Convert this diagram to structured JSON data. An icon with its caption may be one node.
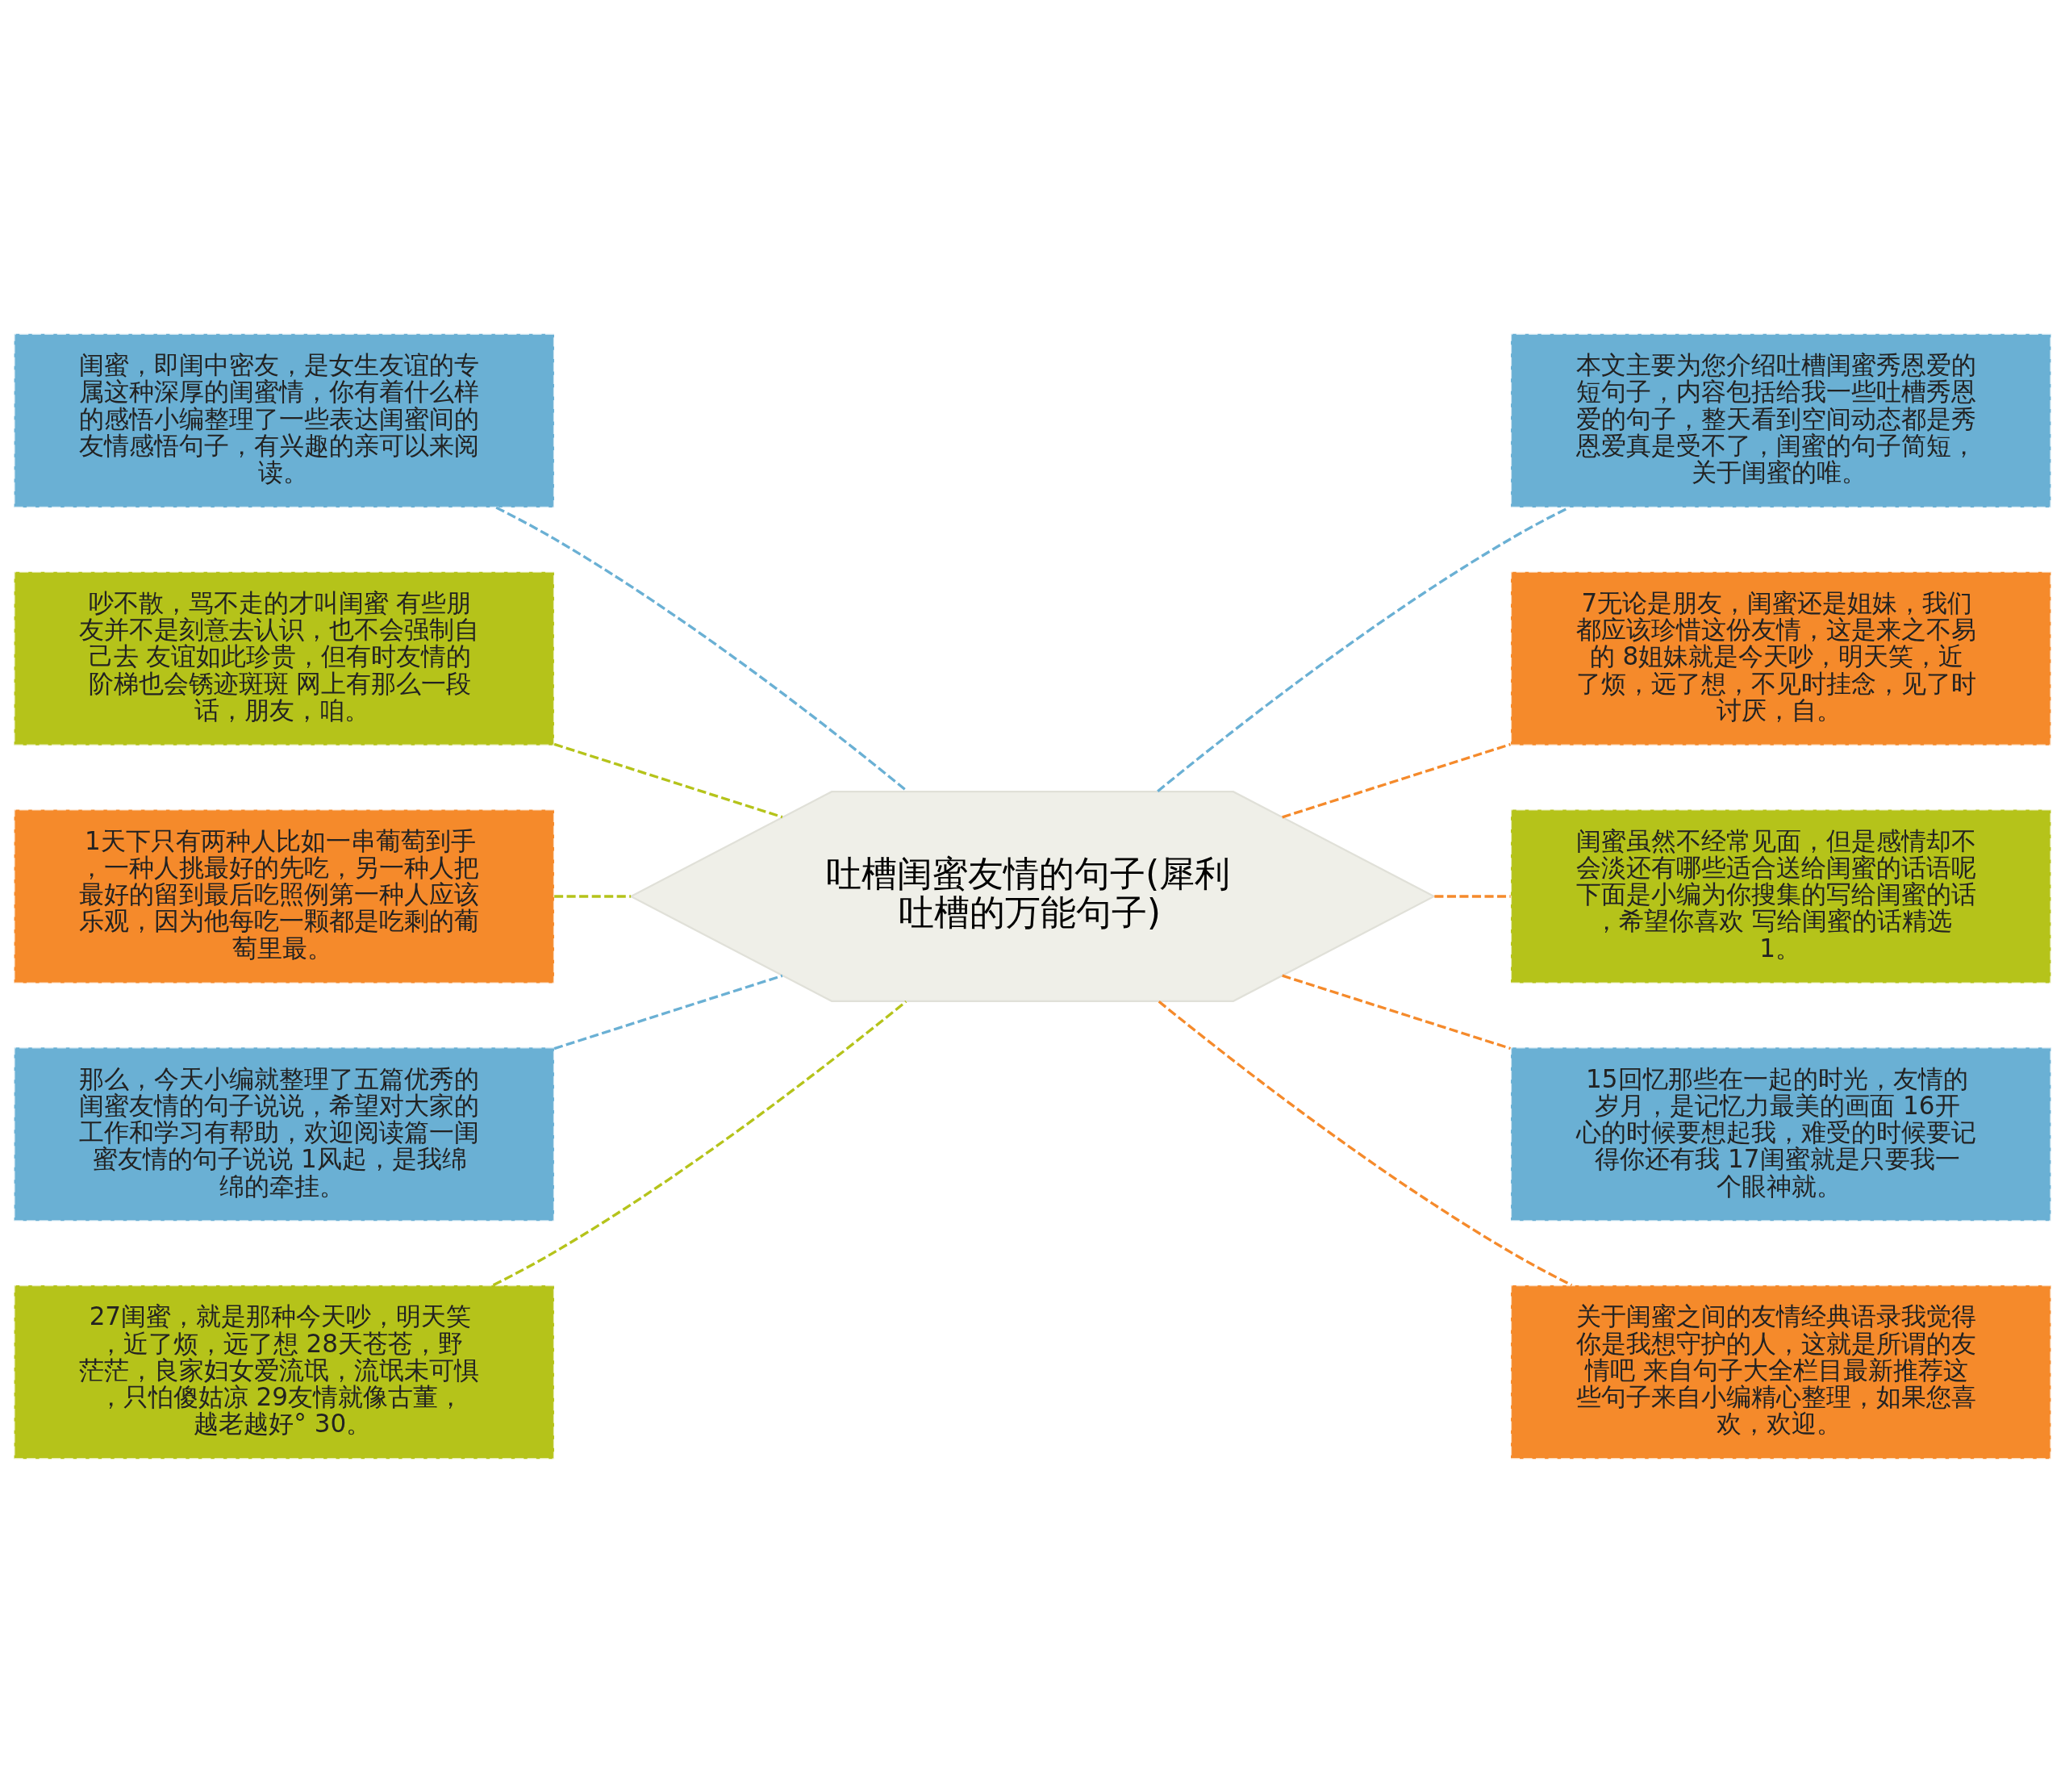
{
  "diagram": {
    "nodes": [
      {
        "text": [
          "吐槽闺蜜友情的句子(犀利吐槽的万能句子)"
        ]
      },
      {
        "text": [
          "闺蜜，即闺中密友，是女生友谊的专属这种深厚的闺蜜情，你有着什么样的感悟小编整理了一些表达闺蜜间的友情感悟句子，有兴趣的亲可以来阅读。"
        ]
      },
      {
        "text": [
          "吵不散，骂不走的才叫闺蜜 有些朋友并不是刻意去认识，也不会强制自己去 友谊如此珍贵，但有时友情的阶梯也会锈迹斑斑 网上有那么一段话，朋友，咱。"
        ]
      },
      {
        "text": [
          "1天下只有两种人比如一串葡萄到手，一种人挑最好的先吃，另一种人把最好的留到最后吃照例第一种人应该乐观，因为他每吃一颗都是吃剩的葡萄里最。"
        ]
      },
      {
        "text": [
          "那么，今天小编就整理了五篇优秀的闺蜜友情的句子说说，希望对大家的工作和学习有帮助，欢迎阅读篇一闺蜜友情的句子说说 1风起，是我绵绵的牵挂。"
        ]
      },
      {
        "text": [
          "27闺蜜，就是那种今天吵，明天笑，近了烦，远了想 28天苍苍，野茫茫，良家妇女爱流氓，流氓未可惧，只怕傻姑凉 29友情就像古董，越老越好° 30。"
        ]
      },
      {
        "text": [
          "本文主要为您介绍吐槽闺蜜秀恩爱的短句子，内容包括给我一些吐槽秀恩爱的句子，整天看到空间动态都是秀恩爱真是受不了，闺蜜的句子简短，关于闺蜜的唯。"
        ]
      },
      {
        "text": [
          "7无论是朋友，闺蜜还是姐妹，我们都应该珍惜这份友情，这是来之不易的 8姐妹就是今天吵，明天笑，近了烦，远了想，不见时挂念，见了时讨厌，自。"
        ]
      },
      {
        "text": [
          "闺蜜虽然不经常见面，但是感情却不会淡还有哪些适合送给闺蜜的话语呢下面是小编为你搜集的写给闺蜜的话，希望你喜欢 写给闺蜜的话精选 1。"
        ]
      },
      {
        "text": [
          "15回忆那些在一起的时光，友情的岁月，是记忆力最美的画面 16开心的时候要想起我，难受的时候要记得你还有我 17闺蜜就是只要我一个眼神就。"
        ]
      },
      {
        "text": [
          "关于闺蜜之间的友情经典语录我觉得你是我想守护的人，这就是所谓的友情吧 来自句子大全栏目最新推荐这些句子来自小编精心整理，如果您喜欢，欢迎。"
        ]
      }
    ],
    "edges": [
      {
        "from": 0,
        "to": 1,
        "arrow": "none",
        "style": "dashed",
        "color": "#6ab0d4"
      },
      {
        "from": 0,
        "to": 2,
        "arrow": "none",
        "style": "dashed",
        "color": "#b5c31a"
      },
      {
        "from": 0,
        "to": 3,
        "arrow": "none",
        "style": "dashed",
        "color": "#b5c31a"
      },
      {
        "from": 0,
        "to": 4,
        "arrow": "none",
        "style": "dashed",
        "color": "#6ab0d4"
      },
      {
        "from": 0,
        "to": 5,
        "arrow": "none",
        "style": "dashed",
        "color": "#b5c31a"
      },
      {
        "from": 0,
        "to": 6,
        "arrow": "none",
        "style": "dashed",
        "color": "#6ab0d4"
      },
      {
        "from": 0,
        "to": 7,
        "arrow": "none",
        "style": "dashed",
        "color": "#f58a2b"
      },
      {
        "from": 0,
        "to": 8,
        "arrow": "none",
        "style": "dashed",
        "color": "#f58a2b"
      },
      {
        "from": 0,
        "to": 9,
        "arrow": "none",
        "style": "dashed",
        "color": "#f58a2b"
      },
      {
        "from": 0,
        "to": 10,
        "arrow": "none",
        "style": "dashed",
        "color": "#f58a2b"
      }
    ]
  }
}
